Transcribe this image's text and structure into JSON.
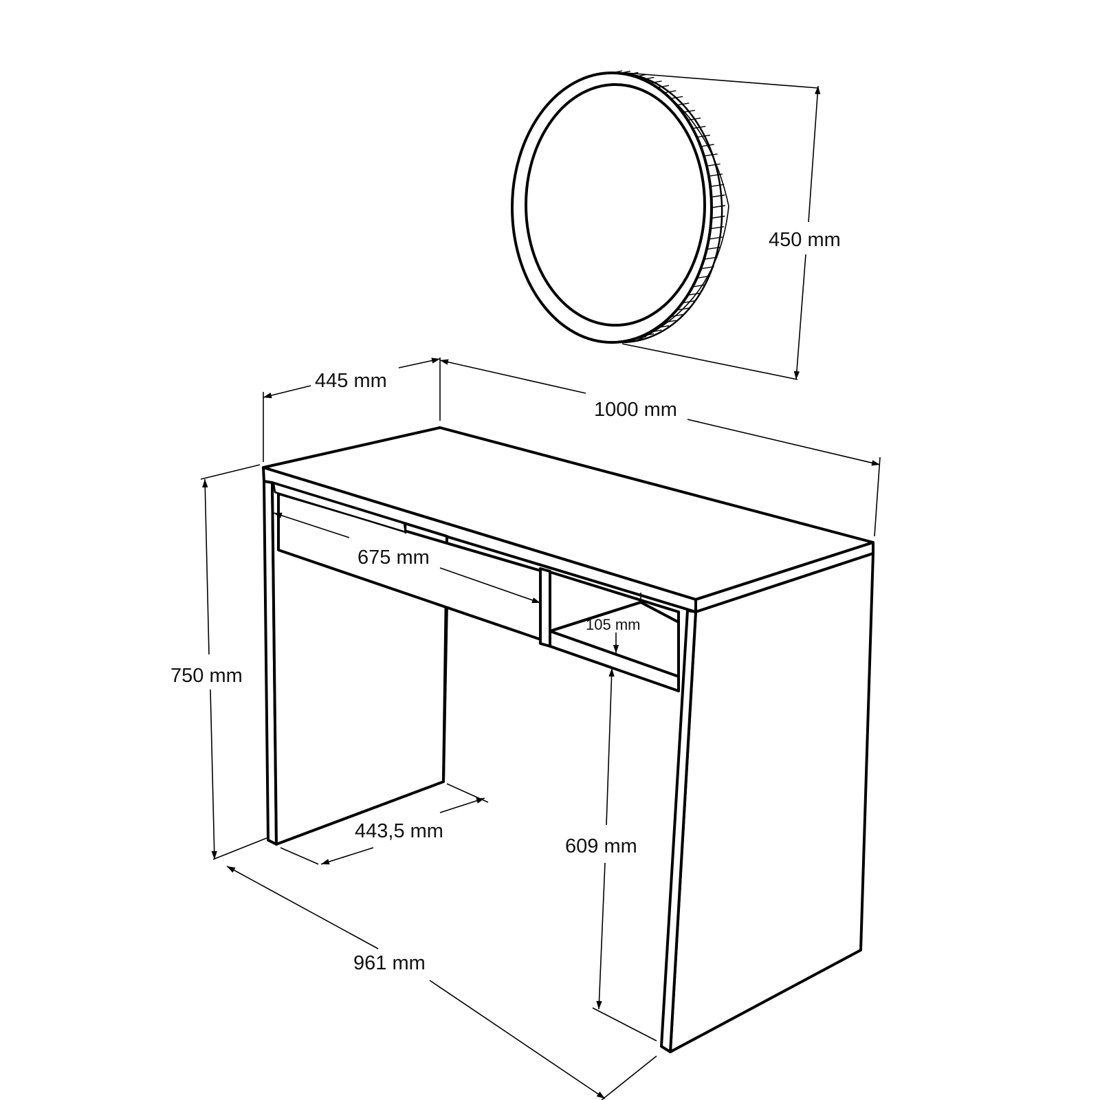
{
  "drawing": {
    "subject": "Vanity desk with round mirror",
    "colors": {
      "line": "#000000",
      "background": "#ffffff",
      "text": "#111111"
    },
    "dimensions": {
      "mirror_diameter": "450 mm",
      "desk_depth": "445 mm",
      "desk_width": "1000 mm",
      "drawer_width": "675 mm",
      "shelf_height": "105 mm",
      "desk_height": "750 mm",
      "leg_depth": "443,5 mm",
      "leg_clearance_height": "609 mm",
      "floor_width": "961 mm"
    }
  }
}
